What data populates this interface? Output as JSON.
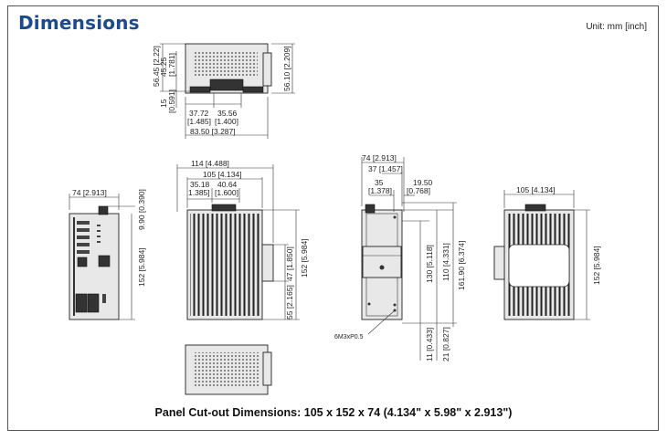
{
  "header": {
    "title": "Dimensions",
    "unit": "Unit: mm [inch]"
  },
  "caption": "Panel Cut-out Dimensions: 105 x 152 x 74 (4.134\" x 5.98\" x 2.913\")",
  "top_view": {
    "h1": "56.45 [2.22]",
    "h2": "45.25",
    "h2b": "[1.781]",
    "h3": "15",
    "h3b": "[0.591]",
    "right": "56.10 [2.209]",
    "w1": "37.72",
    "w1b": "[1.485]",
    "w2": "35.56",
    "w2b": "[1.400]",
    "total": "83.50 [3.287]"
  },
  "side_left": {
    "width": "74 [2.913]",
    "height": "152 [5.984]",
    "top": "9.90 [0.390]"
  },
  "front": {
    "w_outer": "114 [4.488]",
    "w_inner": "105 [4.134]",
    "a": "35.18",
    "ab": "1.385]",
    "b": "40.64",
    "bb": "[1.600]",
    "h_total": "152 [5.984]",
    "h_upper": "47 [1.850]",
    "h_lower": "55 [2.165]"
  },
  "side_right": {
    "w": "74 [2.913]",
    "w2": "37 [1.457]",
    "w3": "35",
    "w3b": "[1.378]",
    "w4": "19.50",
    "w4b": "[0.768]",
    "h1": "130 [5.118]",
    "h2": "110 [4.331]",
    "h3": "161.90 [6.374]",
    "h4": "11 [0.433]",
    "h5": "21 [0.827]",
    "screw": "6M3xP0.5"
  },
  "back": {
    "width": "105 [4.134]",
    "height": "152 [5.984]"
  }
}
